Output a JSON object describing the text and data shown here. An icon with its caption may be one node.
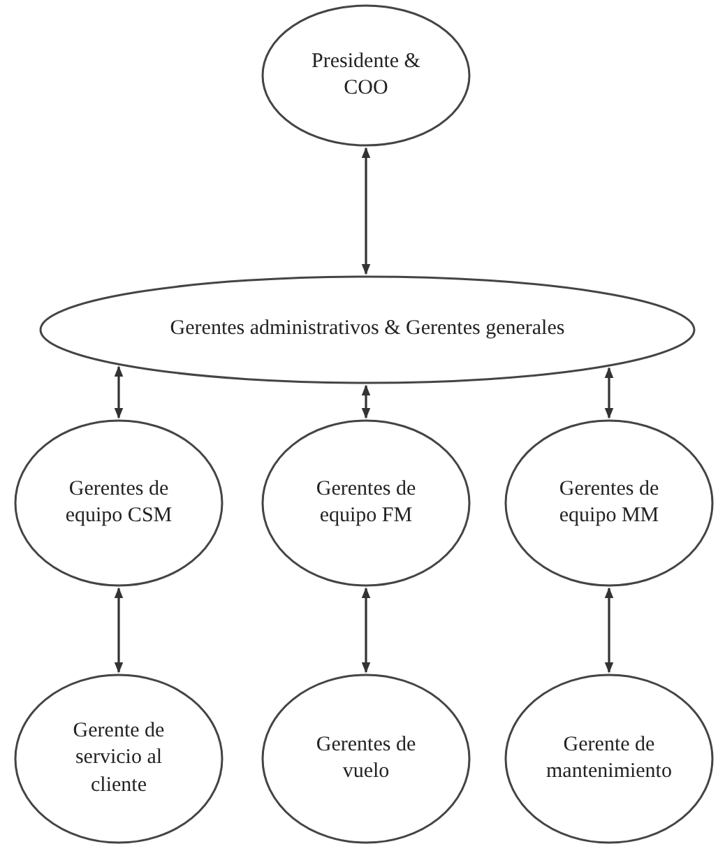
{
  "diagram": {
    "nodes": [
      {
        "text": [
          "Presidente & COO"
        ]
      },
      {
        "text": [
          "Gerentes administrativos & Gerentes generales"
        ]
      },
      {
        "text": [
          "Gerentes de equipo CSM"
        ]
      },
      {
        "text": [
          "Gerentes de equipo FM"
        ]
      },
      {
        "text": [
          "Gerentes de equipo MM"
        ]
      },
      {
        "text": [
          "Gerente de servicio al cliente"
        ]
      },
      {
        "text": [
          "Gerentes de vuelo"
        ]
      },
      {
        "text": [
          "Gerente de mantenimiento"
        ]
      }
    ],
    "edges": [
      {
        "from": 0,
        "to": 1,
        "arrow": "both"
      },
      {
        "from": 1,
        "to": 2,
        "arrow": "both"
      },
      {
        "from": 1,
        "to": 3,
        "arrow": "both"
      },
      {
        "from": 1,
        "to": 4,
        "arrow": "both"
      },
      {
        "from": 2,
        "to": 5,
        "arrow": "both"
      },
      {
        "from": 3,
        "to": 6,
        "arrow": "both"
      },
      {
        "from": 4,
        "to": 7,
        "arrow": "both"
      }
    ]
  }
}
